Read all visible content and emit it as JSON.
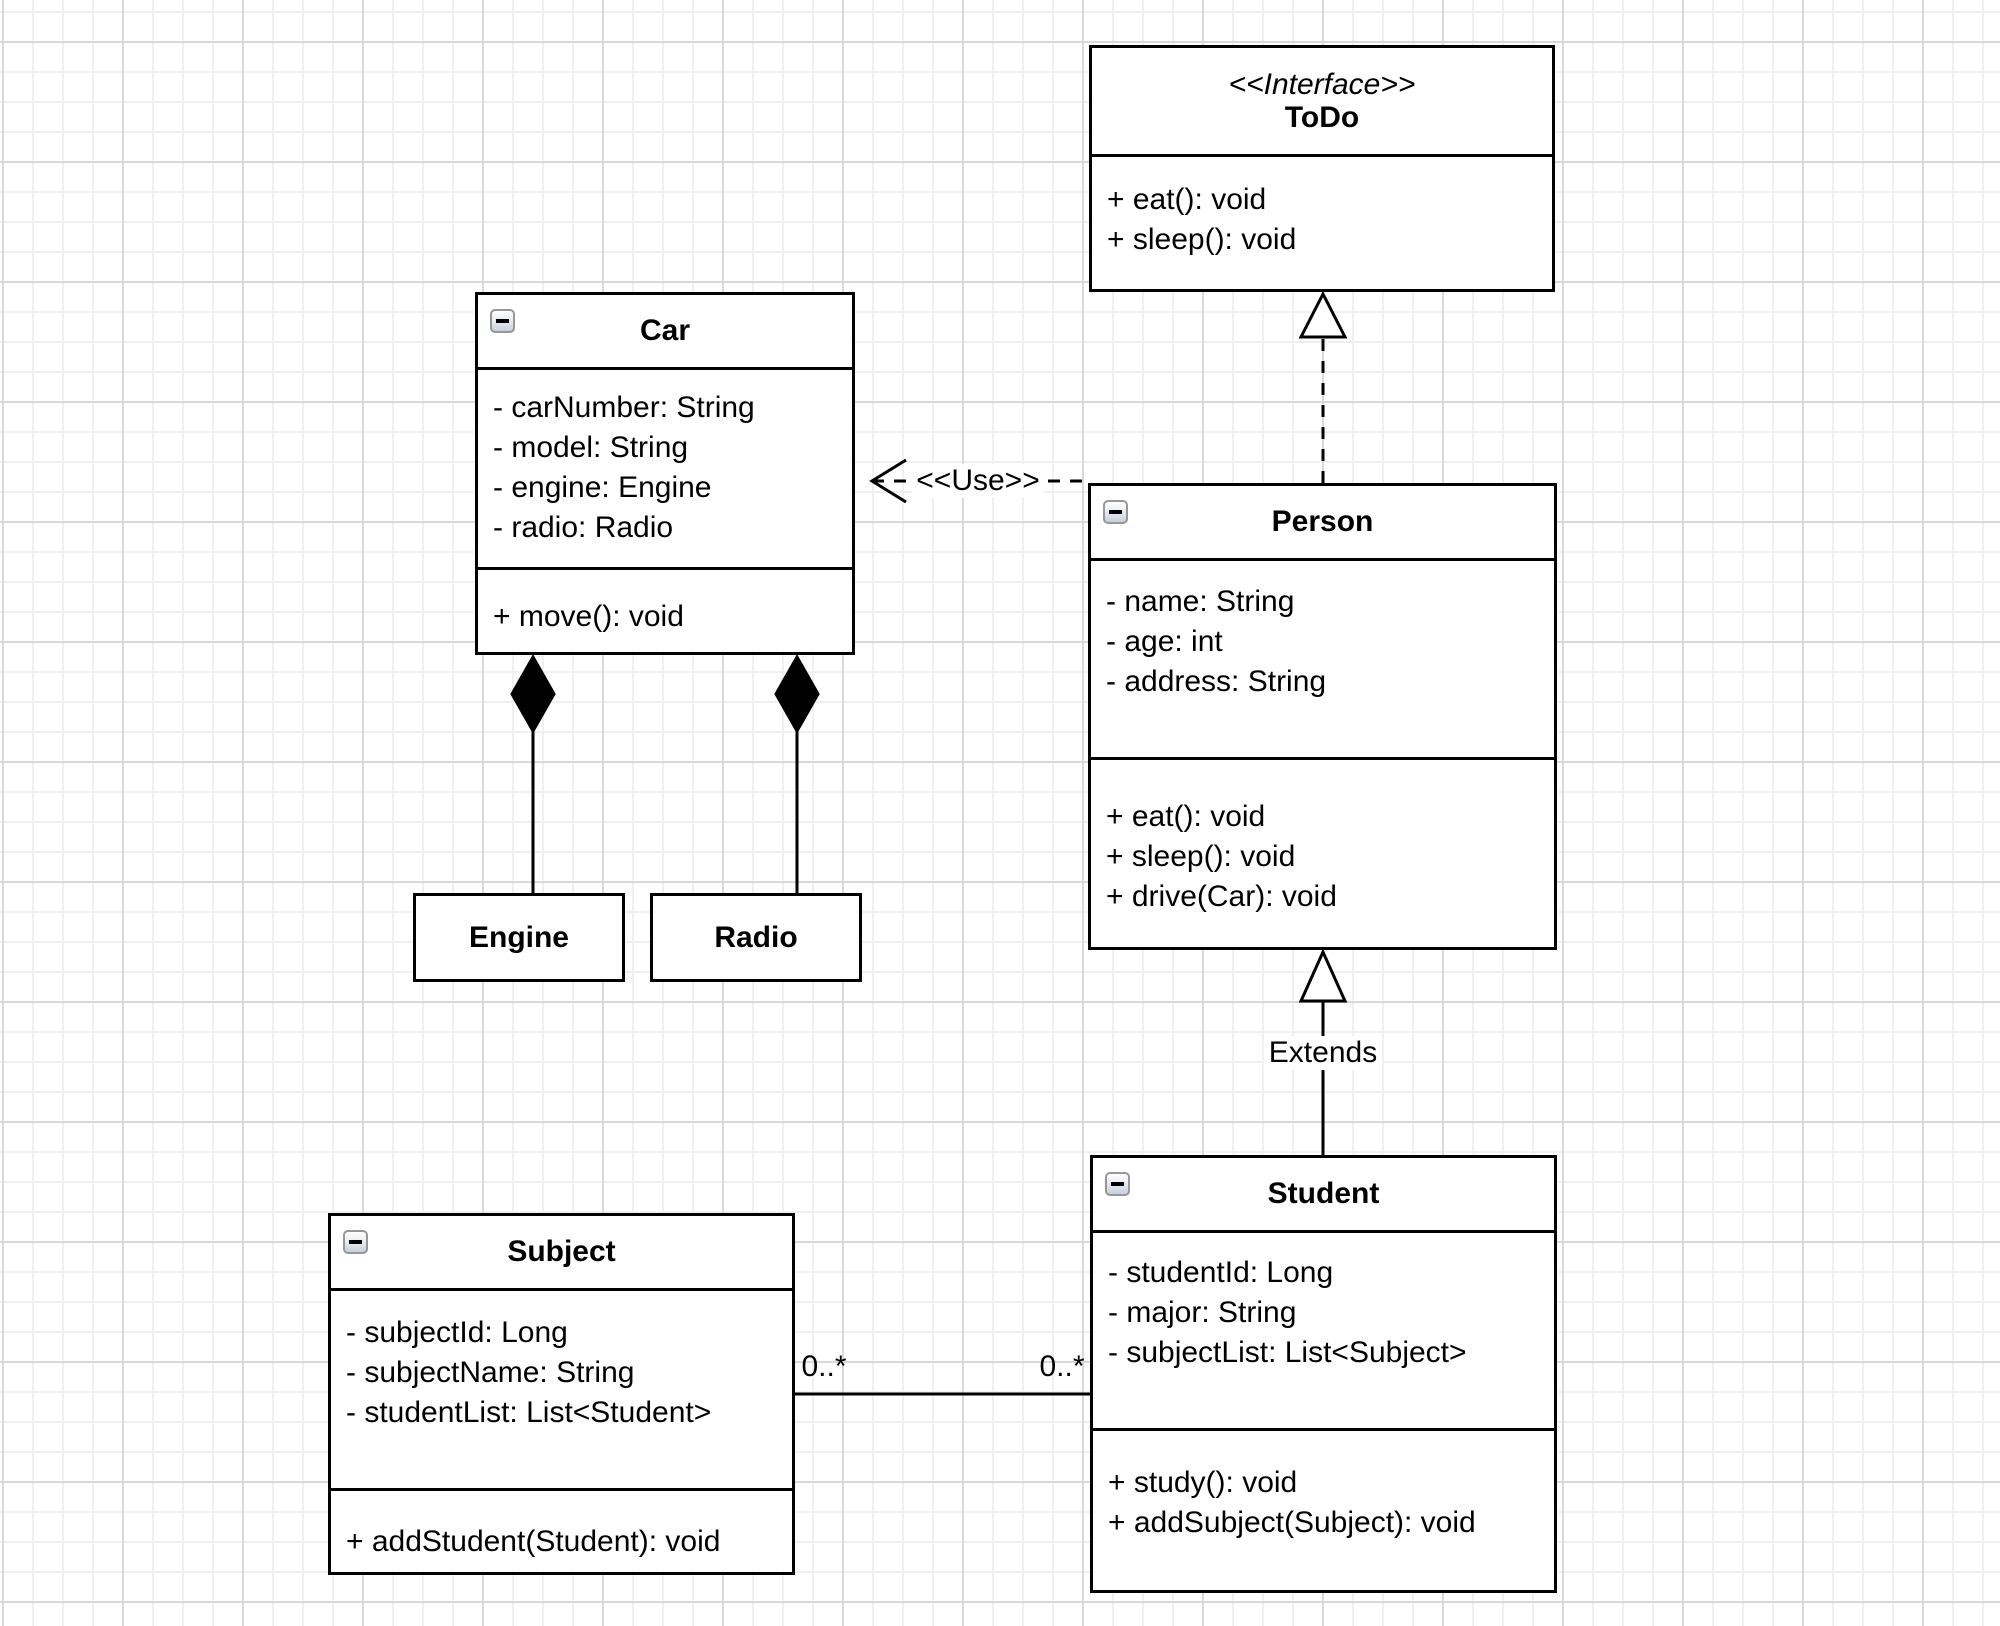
{
  "diagram": {
    "classes": {
      "todo": {
        "stereotype": "<<Interface>>",
        "name": "ToDo",
        "methods": [
          "+ eat(): void",
          "+ sleep(): void"
        ]
      },
      "car": {
        "name": "Car",
        "attributes": [
          "- carNumber: String",
          "- model: String",
          "- engine: Engine",
          "- radio: Radio"
        ],
        "methods": [
          "+ move(): void"
        ]
      },
      "person": {
        "name": "Person",
        "attributes": [
          "- name: String",
          "- age: int",
          "- address: String"
        ],
        "methods": [
          "+ eat(): void",
          "+ sleep(): void",
          "+ drive(Car): void"
        ]
      },
      "engine": {
        "name": "Engine"
      },
      "radio": {
        "name": "Radio"
      },
      "subject": {
        "name": "Subject",
        "attributes": [
          "- subjectId: Long",
          "- subjectName: String",
          "- studentList: List<Student>"
        ],
        "methods": [
          "+ addStudent(Student): void"
        ]
      },
      "student": {
        "name": "Student",
        "attributes": [
          "- studentId: Long",
          "- major: String",
          "- subjectList: List<Subject>"
        ],
        "methods": [
          "+ study(): void",
          "+ addSubject(Subject): void"
        ]
      }
    },
    "edge_labels": {
      "use": "<<Use>>",
      "extends": "Extends",
      "subject_multiplicity": "0..*",
      "student_multiplicity": "0..*"
    },
    "colors": {
      "shape_fill": "#ffffff",
      "shape_stroke": "#000000",
      "grid_minor": "#f0f0f0",
      "grid_major": "#d9d9d9"
    }
  }
}
